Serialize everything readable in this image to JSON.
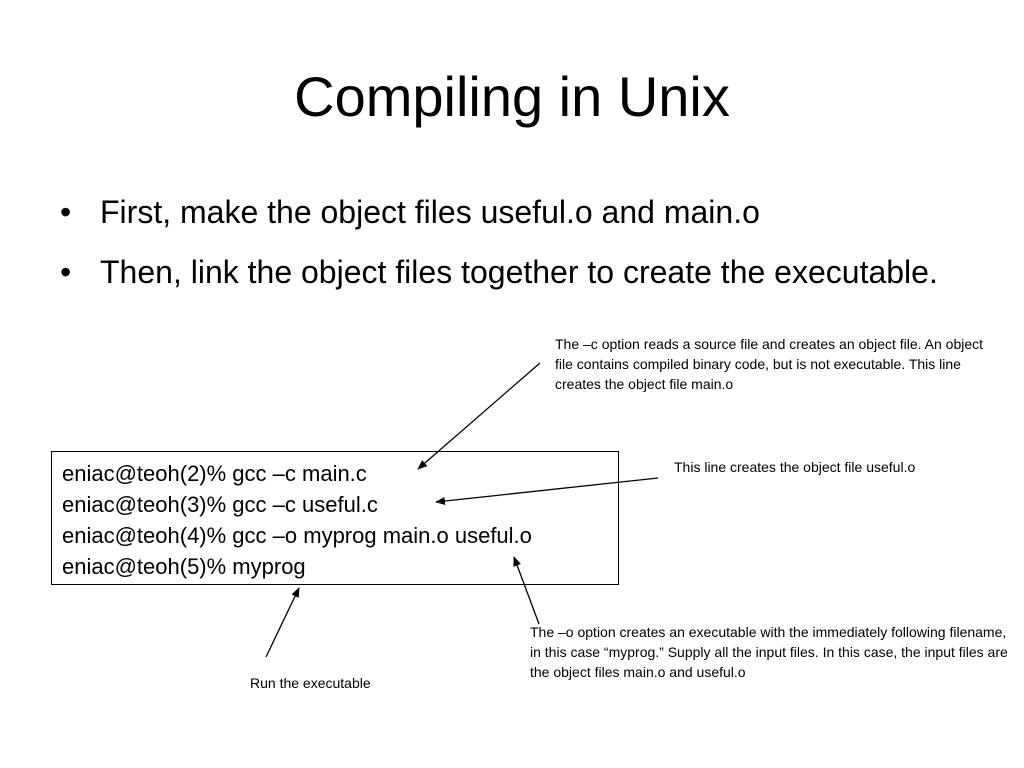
{
  "slide": {
    "title": "Compiling in Unix",
    "bullets": [
      {
        "marker": "•",
        "text": "First, make the object files useful.o and main.o"
      },
      {
        "marker": "•",
        "text": "Then, link the object files together to create the executable."
      }
    ],
    "terminal": {
      "lines": [
        "eniac@teoh(2)% gcc –c main.c",
        "eniac@teoh(3)% gcc –c useful.c",
        "eniac@teoh(4)% gcc –o myprog main.o useful.o",
        "eniac@teoh(5)% myprog"
      ]
    },
    "annotations": {
      "c_option": "The –c option reads a source file and creates an object file. An object file contains compiled binary code, but is not executable. This line creates the object file main.o",
      "useful_line": "This line creates the object file useful.o",
      "o_option": "The –o option creates an executable with the immediately following filename, in this case “myprog.” Supply all the input files. In this case, the input files are the object files main.o and useful.o",
      "run": "Run the executable"
    }
  }
}
